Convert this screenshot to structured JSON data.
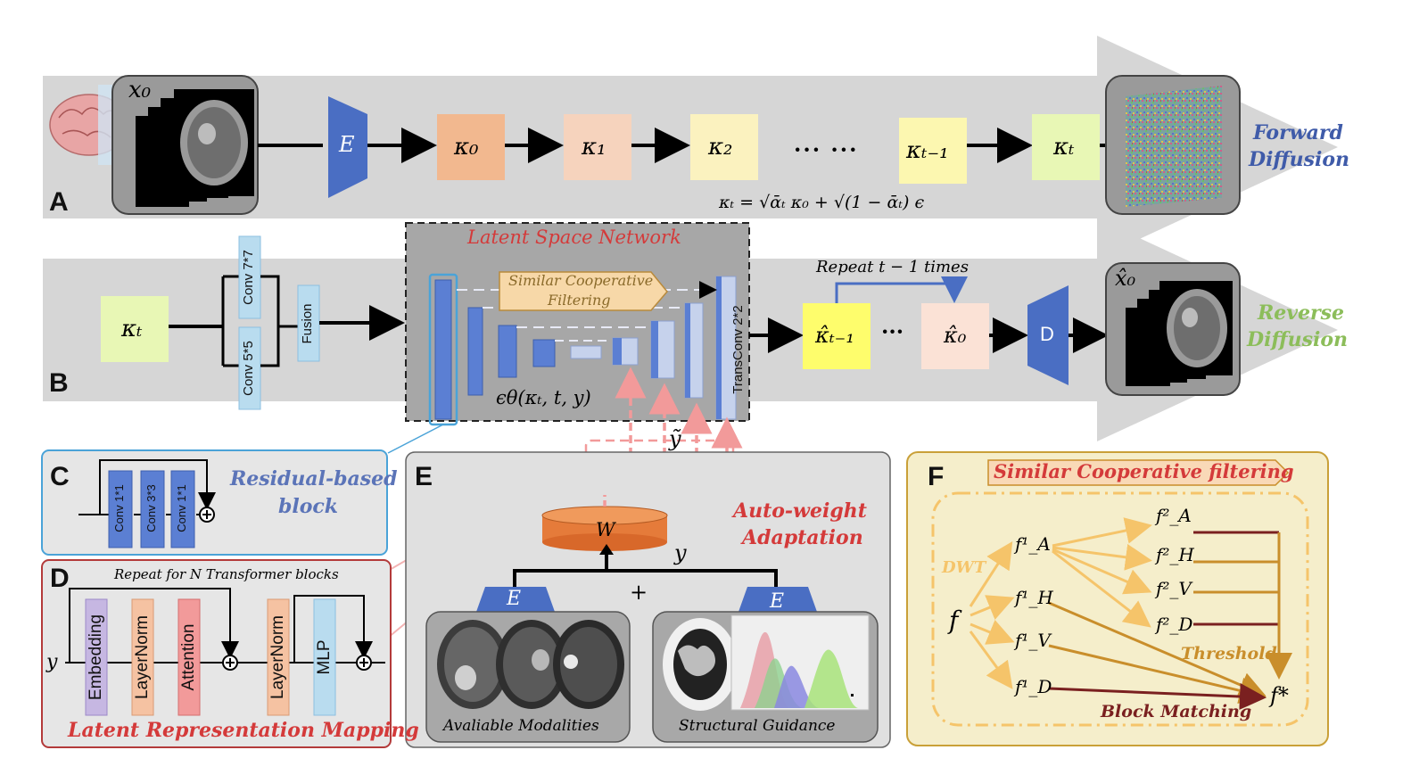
{
  "forward": {
    "x0": "x₀",
    "encoder": "E",
    "latents": [
      "κ₀",
      "κ₁",
      "κ₂",
      "κₜ₋₁",
      "κₜ"
    ],
    "dots": "··· ···",
    "equation": "κₜ = √ᾱₜ κ₀ + √(1 − ᾱₜ) ϵ",
    "label_line1": "Forward",
    "label_line2": "Diffusion",
    "letter": "A"
  },
  "reverse": {
    "input_latent": "κₜ",
    "conv77": "Conv 7*7",
    "conv55": "Conv 5*5",
    "fusion": "Fusion",
    "network_title": "Latent Space Network",
    "scf_line1": "Similar Cooperative",
    "scf_line2": "Filtering",
    "transconv": "TransConv 2*2",
    "eps": "ϵθ(κₜ, t, y)",
    "ytilde": "ỹ",
    "repeat": "Repeat t − 1 times",
    "k_prev": "κ̂ₜ₋₁",
    "dots": "···",
    "k0hat": "κ̂₀",
    "decoder": "D",
    "x0hat": "x̂₀",
    "label_line1": "Reverse",
    "label_line2": "Diffusion",
    "letter": "B"
  },
  "panel_c": {
    "letter": "C",
    "convs": [
      "Conv 1*1",
      "Conv 3*3",
      "Conv 1*1"
    ],
    "title_line1": "Residual-based",
    "title_line2": "block"
  },
  "panel_d": {
    "letter": "D",
    "repeat": "Repeat for N  Transformer blocks",
    "input": "y",
    "blocks": [
      "Embedding",
      "LayerNorm",
      "Attention",
      "LayerNorm",
      "MLP"
    ],
    "title": "Latent Representation Mapping"
  },
  "panel_e": {
    "letter": "E",
    "weight": "W",
    "y": "y",
    "plus": "+",
    "enc_left": "E",
    "enc_right": "E",
    "title_line1": "Auto-weight",
    "title_line2": "Adaptation",
    "img_left_caption": "Avaliable Modalities",
    "img_right_caption": "Structural Guidance"
  },
  "panel_f": {
    "letter": "F",
    "title": "Similar Cooperative filtering",
    "dwt": "DWT",
    "f": "f",
    "level1": [
      "f¹_A",
      "f¹_H",
      "f¹_V",
      "f¹_D"
    ],
    "level2": [
      "f²_A",
      "f²_H",
      "f²_V",
      "f²_D"
    ],
    "threshold": "Threshold",
    "block_matching": "Block Matching",
    "fstar": "f*"
  },
  "colors": {
    "encoder_blue": "#4a6ec3",
    "title_red": "#d43a3a",
    "forward_blue": "#3f5ba9",
    "reverse_green": "#8cbd5a",
    "panel_c_border": "#4aa3d8",
    "panel_d_border": "#b33a3a",
    "panel_f_border": "#c9a038",
    "k0": "#f2b88f",
    "k1": "#f6d3bd",
    "k2": "#fbf2bf",
    "kt1": "#fcf7b0",
    "kt": "#e8f7b5",
    "kprev": "#fefd6c",
    "k0hat": "#fbe2d6"
  }
}
